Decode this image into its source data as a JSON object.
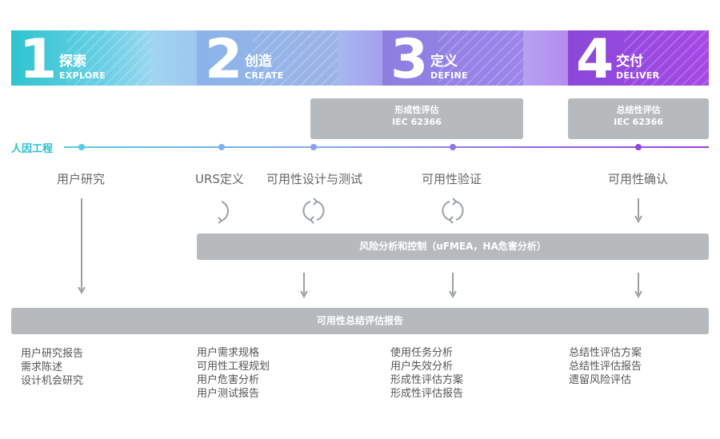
{
  "phases": [
    {
      "number": "1",
      "zh": "探索",
      "en": "EXPLORE"
    },
    {
      "number": "2",
      "zh": "创造",
      "en": "CREATE"
    },
    {
      "number": "3",
      "zh": "定义",
      "en": "DEFINE"
    },
    {
      "number": "4",
      "zh": "交付",
      "en": "DELIVER"
    }
  ],
  "evaluations": [
    {
      "title": "形成性评估",
      "standard": "IEC 62366"
    },
    {
      "title": "总结性评估",
      "standard": "IEC 62366"
    }
  ],
  "timeline_label": "人因工程",
  "activities": [
    "用户研究",
    "URS定义",
    "可用性设计与测试",
    "可用性验证",
    "可用性确认"
  ],
  "risk_bar": "风险分析和控制（uFMEA，HA危害分析）",
  "summary_bar": "可用性总结评估报告",
  "deliverables": [
    [
      "用户研究报告",
      "需求陈述",
      "设计机会研究"
    ],
    [
      "用户需求规格",
      "可用性工程规划",
      "用户危害分析",
      "用户测试报告"
    ],
    [
      "使用任务分析",
      "用户失效分析",
      "形成性评估方案",
      "形成性评估报告"
    ],
    [
      "总结性评估方案",
      "总结性评估报告",
      "遗留风险评估"
    ]
  ],
  "colors": {
    "teal": "#2bc1d2",
    "blue": "#7aa8ec",
    "purple": "#8a5ce3",
    "violet": "#9b3ee0",
    "gray_box": "#b6babd"
  }
}
